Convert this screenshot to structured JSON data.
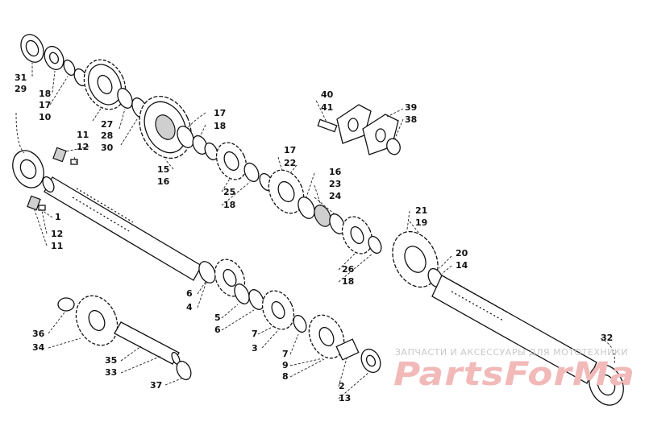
{
  "watermark": {
    "caption": "ЗАПЧАСТИ И АКСЕССУАРЫ ДЛЯ МОТОТЕХНИКИ",
    "brand": "PartsForMa"
  },
  "callouts": {
    "c31": "31",
    "c29": "29",
    "c18a": "18",
    "c17a": "17",
    "c19b": "10",
    "c27": "27",
    "c28": "28",
    "c30": "30",
    "c15": "15",
    "c16a": "16",
    "c17b": "17",
    "c18b": "18",
    "c11a": "11",
    "c12a": "12",
    "c25": "25",
    "c18c": "18",
    "c17c": "17",
    "c22": "22",
    "c16b": "16",
    "c23": "23",
    "c24": "24",
    "c40": "40",
    "c41": "41",
    "c39": "39",
    "c38": "38",
    "c1": "1",
    "c12b": "12",
    "c11b": "11",
    "c21": "21",
    "c19": "19",
    "c26": "26",
    "c18d": "18",
    "c20": "20",
    "c14": "14",
    "c6a": "6",
    "c4": "4",
    "c5": "5",
    "c6b": "6",
    "c7a": "7",
    "c3": "3",
    "c7b": "7",
    "c9": "9",
    "c8": "8",
    "c2": "2",
    "c13": "13",
    "c36": "36",
    "c34": "34",
    "c35": "35",
    "c33": "33",
    "c37": "37",
    "c32": "32"
  }
}
